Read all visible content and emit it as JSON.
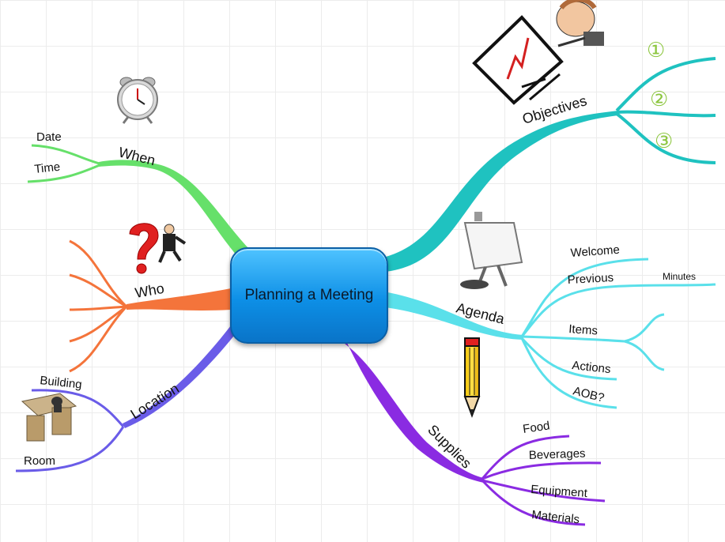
{
  "center": {
    "title": "Planning a Meeting"
  },
  "branches": {
    "objectives": {
      "label": "Objectives",
      "color": "#1fc2c0",
      "children": [
        "①",
        "②",
        "③"
      ],
      "child_color": "#8cc63f"
    },
    "agenda": {
      "label": "Agenda",
      "color": "#5ae0ea",
      "children": [
        "Welcome",
        "Previous",
        "Items",
        "Actions",
        "AOB?"
      ],
      "grandchildren": {
        "previous": "Minutes"
      }
    },
    "supplies": {
      "label": "Supplies",
      "color": "#8a2be2",
      "children": [
        "Food",
        "Beverages",
        "Equipment",
        "Materials"
      ]
    },
    "location": {
      "label": "Location",
      "color": "#6a5ce8",
      "children": [
        "Building",
        "Room"
      ]
    },
    "who": {
      "label": "Who",
      "color": "#f4743b"
    },
    "when": {
      "label": "When",
      "color": "#66e06a",
      "children": [
        "Date",
        "Time"
      ]
    }
  },
  "icons": [
    "alarm-clock-icon",
    "question-mark-person-icon",
    "presenter-chart-icon",
    "flipchart-icon",
    "pencil-icon",
    "office-desk-icon"
  ]
}
